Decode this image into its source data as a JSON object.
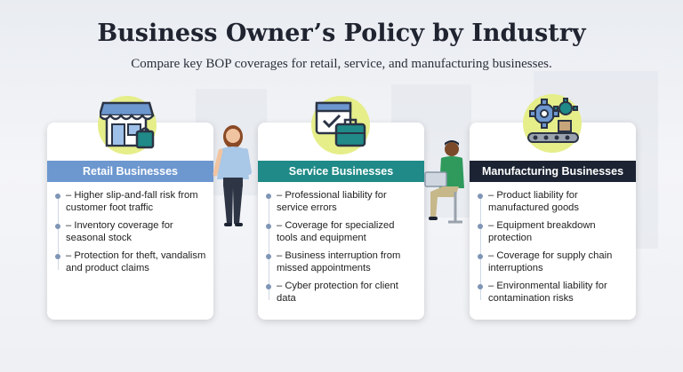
{
  "header": {
    "title": "Business Owner’s Policy by Industry",
    "subtitle": "Compare key BOP coverages for retail, service, and manufacturing businesses."
  },
  "cards": [
    {
      "title": "Retail Businesses",
      "color": "#6d97cf",
      "icon": "storefront-icon",
      "items": [
        "– Higher slip-and-fall risk from customer foot traffic",
        "– Inventory coverage for seasonal stock",
        "– Protection for theft, vandalism and product claims"
      ]
    },
    {
      "title": "Service Businesses",
      "color": "#1f8a87",
      "icon": "calendar-briefcase-icon",
      "items": [
        "– Professional liability for service errors",
        "– Coverage for specialized tools and equipment",
        "– Business interruption from missed appointments",
        "– Cyber protection for client data"
      ]
    },
    {
      "title": "Manufacturing Businesses",
      "color": "#1c2433",
      "icon": "gears-conveyor-icon",
      "items": [
        "– Product liability for manufactured goods",
        "– Equipment breakdown protection",
        "– Coverage for supply chain interruptions",
        "– Environmental liability for contamination risks"
      ]
    }
  ],
  "colors": {
    "icon_bubble": "#e6ee8a"
  }
}
